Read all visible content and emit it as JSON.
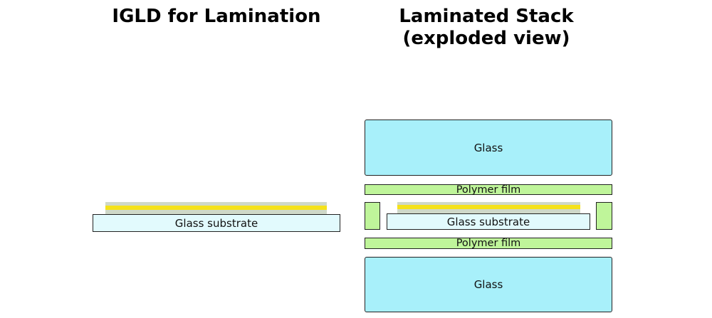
{
  "left_panel": {
    "title": "IGLD for Lamination",
    "substrate_label": "Glass substrate",
    "colors": {
      "substrate": "#e2fafd",
      "coating_gray": "#cfd8c8",
      "coating_yellow": "#f5e21a"
    }
  },
  "right_panel": {
    "title_line1": "Laminated Stack",
    "title_line2": "(exploded view)",
    "top_glass_label": "Glass",
    "top_film_label": "Polymer film",
    "substrate_label": "Glass substrate",
    "bottom_film_label": "Polymer film",
    "bottom_glass_label": "Glass",
    "colors": {
      "glass": "#a8f0fa",
      "film": "#bff59a",
      "substrate": "#e2fafd"
    }
  }
}
